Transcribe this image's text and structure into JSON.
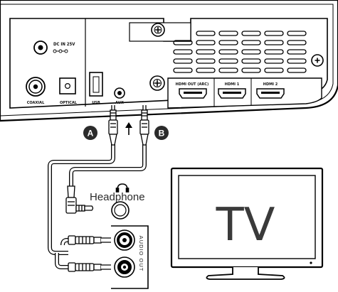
{
  "device_panel": {
    "dc_label": "DC IN 25V",
    "port_labels": {
      "coaxial": "COAXIAL",
      "optical": "OPTICAL",
      "usb": "USB",
      "aux": "AUX",
      "hdmi_out": "HDMI OUT (ARC)",
      "hdmi1": "HDMI 1",
      "hdmi2": "HDMI 2"
    }
  },
  "callouts": {
    "a": "A",
    "b": "B"
  },
  "headphone": {
    "label": "Headphone",
    "icon": "headphone-icon"
  },
  "audio_out": {
    "label": "AUDIO OUT"
  },
  "tv": {
    "label": "TV"
  },
  "icons": {
    "arrow": "up-arrow-icon",
    "screw": "screw-icon"
  }
}
